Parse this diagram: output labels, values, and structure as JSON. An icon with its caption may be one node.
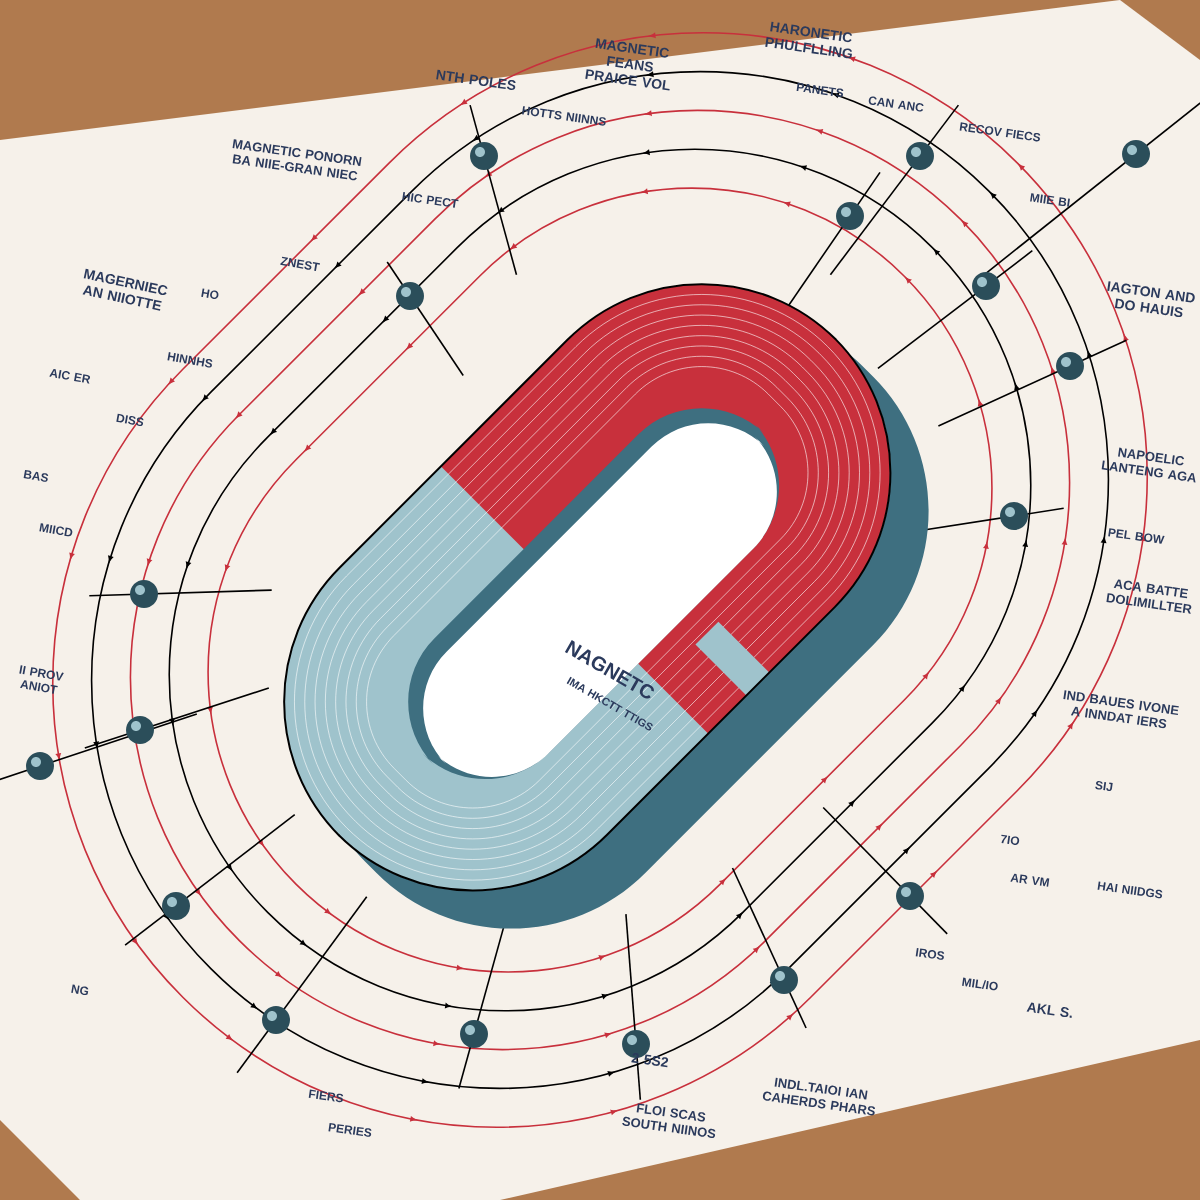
{
  "diagram": {
    "labels": [
      "MAGNETIC FEANS PRAICE VOL",
      "HARONETIC PHULFLLING",
      "NTH POLES",
      "HOTTS NIINNS",
      "MAGNETIC PONORN BA NIIE-GRAN NIEC",
      "HIC PECT",
      "MAGERNIEC AN NIIOTTE",
      "HO",
      "ZNEST",
      "HINNHS",
      "AIC ER",
      "DISS",
      "BAS",
      "MIICD",
      "PANETS",
      "CAN ANC",
      "RECOV FIECS",
      "MIIE BI",
      "IAGTON AND DO HAUIS",
      "NAPOELIC LANTENG AGA",
      "PEL BOW",
      "ACA BATTE DOLIMILLTER",
      "II PROV ANIOT",
      "NAGNETC",
      "IMA HKCTT TTIGS",
      "IND BAUES IVONE A INNDAT IERS",
      "SIJ",
      "7IO",
      "AR VM",
      "HAI NIIDGS",
      "NG",
      "IROS",
      "MIL/IO",
      "AKL S.",
      "FIERS",
      "PERIES",
      "2 5S2",
      "FLOI SCAS SOUTH NIINOS",
      "INDL.TAIOI IAN CAHERDS PHARS"
    ]
  }
}
